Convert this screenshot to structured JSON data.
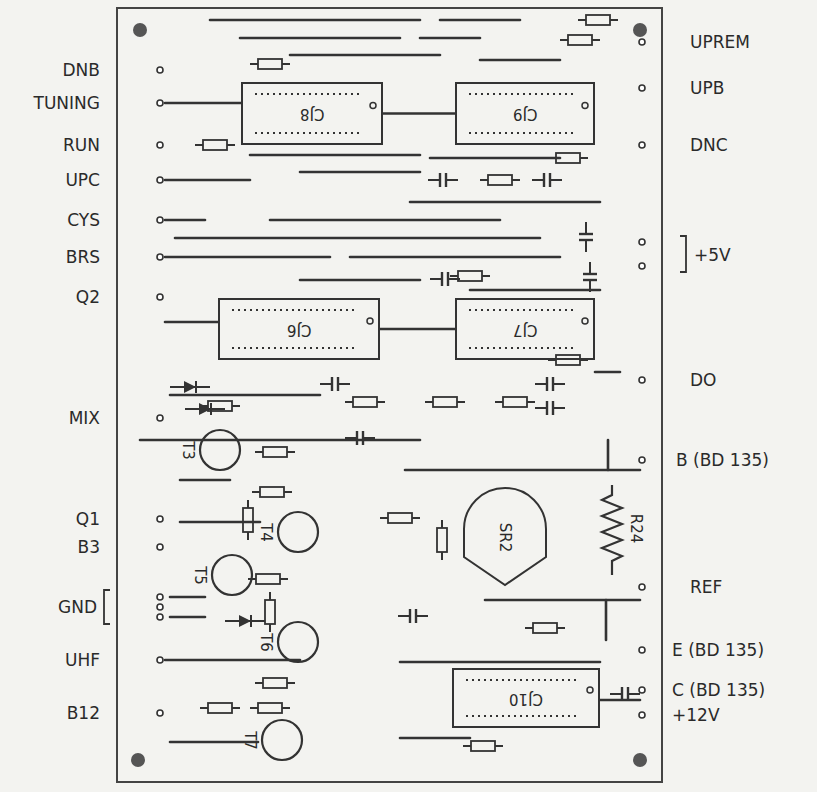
{
  "diagram": {
    "nodes": [
      {
        "text": [
          "CJ8"
        ]
      },
      {
        "text": [
          "CJ9"
        ]
      },
      {
        "text": [
          "CJ6"
        ]
      },
      {
        "text": [
          "CJ7"
        ]
      },
      {
        "text": [
          "T3"
        ]
      },
      {
        "text": [
          "T4"
        ]
      },
      {
        "text": [
          "SR2"
        ]
      },
      {
        "text": [
          "T5"
        ]
      },
      {
        "text": [
          "T6"
        ]
      },
      {
        "text": [
          "CJ10"
        ]
      },
      {
        "text": [
          "T7"
        ]
      }
    ],
    "edges": [
      {
        "from": 0,
        "to": 1,
        "arrow": "none"
      },
      {
        "from": 2,
        "to": 3,
        "arrow": "none"
      }
    ],
    "labels": [
      "DNB",
      "TUNING",
      "RUN",
      "UPC",
      "CYS",
      "BRS",
      "Q2",
      "MIX",
      "Q1",
      "B3",
      "GND",
      "UHF",
      "B12",
      "UPREM",
      "UPB",
      "DNC",
      "+5V",
      "DO",
      "B (BD 135)",
      "REF",
      "E (BD 135)",
      "C (BD 135)",
      "+12V",
      "R24"
    ]
  }
}
